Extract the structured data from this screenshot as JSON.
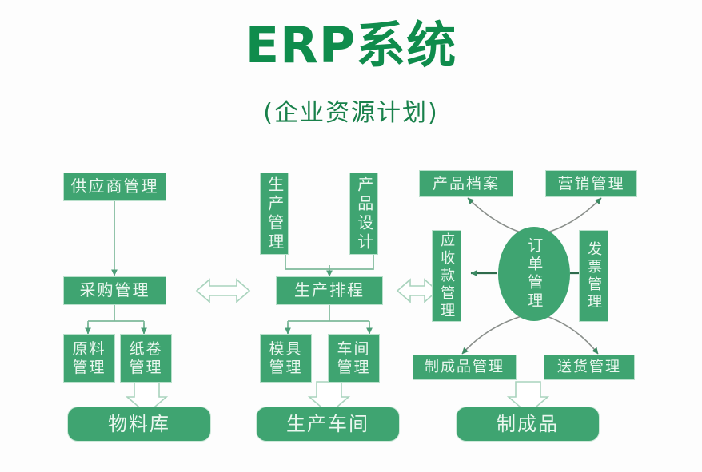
{
  "header": {
    "title": "ERP系统",
    "subtitle": "(企业资源计划)",
    "title_color": "#0f8c4c"
  },
  "theme": {
    "box_fill": "#3fa471",
    "box_border": "#b9e0cb",
    "box_text": "#eaf7ef",
    "connector": "#7fb99b",
    "hollow_arrow_fill": "#ffffff",
    "hollow_arrow_stroke": "#a9d3bd"
  },
  "nodes": {
    "supplier_management": "供应商管理",
    "purchase_management": "采购管理",
    "raw_material_management": "原料管理",
    "paper_roll_management": "纸卷管理",
    "material_warehouse": "物料库",
    "production_management": "生产管理",
    "product_design": "产品设计",
    "production_scheduling": "生产排程",
    "mold_management": "模具管理",
    "workshop_management": "车间管理",
    "production_workshop": "生产车间",
    "product_archive": "产品档案",
    "marketing_management": "营销管理",
    "receivables_management": "应收款管理",
    "order_management": "订单管理",
    "invoice_management": "发票管理",
    "finished_goods_management": "制成品管理",
    "delivery_management": "送货管理",
    "finished_goods": "制成品"
  }
}
